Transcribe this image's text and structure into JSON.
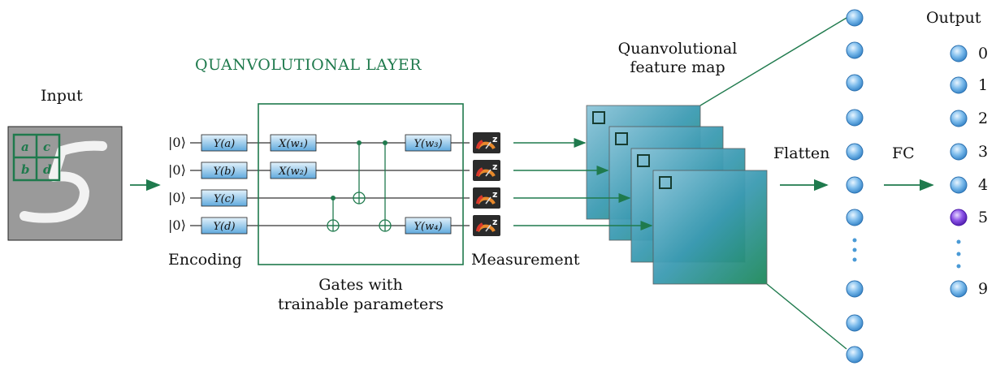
{
  "diagram": {
    "title": "QUANVOLUTIONAL LAYER",
    "input_label": "Input",
    "input_cells": [
      "a",
      "c",
      "b",
      "d"
    ],
    "kets": [
      "|0⟩",
      "|0⟩",
      "|0⟩",
      "|0⟩"
    ],
    "encoding_gates": [
      "Y(a)",
      "Y(b)",
      "Y(c)",
      "Y(d)"
    ],
    "encoding_label": "Encoding",
    "trainable_gates": {
      "x1": "X(w₁)",
      "x2": "X(w₂)",
      "y3": "Y(w₃)",
      "y4": "Y(w₄)"
    },
    "gates_label_line1": "Gates with",
    "gates_label_line2": "trainable parameters",
    "measurement_label": "Measurement",
    "feature_map_line1": "Quanvolutional",
    "feature_map_line2": "feature map",
    "flatten_label": "Flatten",
    "fc_label": "FC",
    "output_label": "Output",
    "output_values": [
      "0",
      "1",
      "2",
      "3",
      "4",
      "5",
      "9"
    ],
    "colors": {
      "accent": "#1f7a4d",
      "gate_fill_top": "#d6ecf8",
      "gate_fill_bottom": "#6fb3e0",
      "node": "#5aa8dc",
      "highlight_node": "#6a2bd6"
    }
  }
}
